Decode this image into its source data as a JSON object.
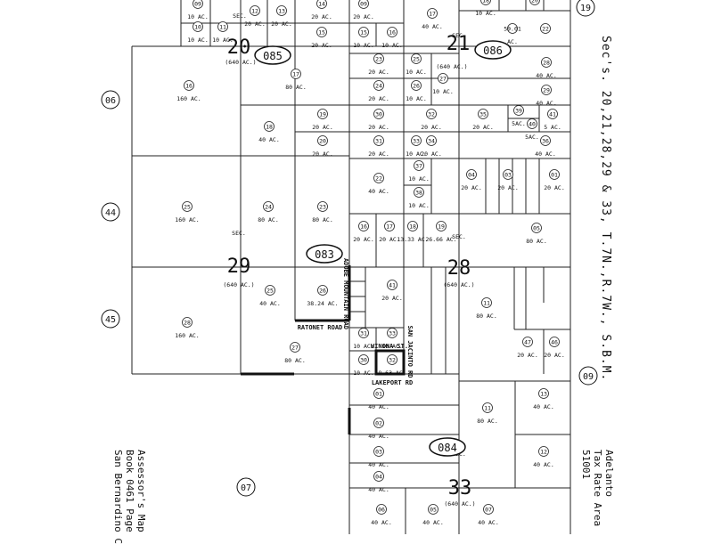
{
  "title_vertical": "Sec's. 20,21,28,29 & 33, T.7N.,R.7W., S.B.M.",
  "assessor": {
    "line1": "Assessor's Map",
    "line2": "Book 0461 Page",
    "line3": "San Bernardino C"
  },
  "tax_rate": {
    "line1": "Adelanto",
    "line2": "Tax Rate Area",
    "line3": "51001"
  },
  "section_labels": [
    {
      "sec": "SEC.",
      "num": "20",
      "acres": "(640 AC.)"
    },
    {
      "sec": "SEC.",
      "num": "21",
      "acres": "(640 AC.)"
    },
    {
      "sec": "SEC.",
      "num": "29",
      "acres": "(640 AC.)"
    },
    {
      "sec": "SEC.",
      "num": "28",
      "acres": "(640 AC.)"
    },
    {
      "sec": "SEC.",
      "num": "33",
      "acres": "(640 AC.)"
    }
  ],
  "page_ovals": [
    "085",
    "086",
    "083",
    "084"
  ],
  "circle_pages": [
    "19",
    "06",
    "44",
    "45",
    "09",
    "07"
  ],
  "streets": {
    "adobe": "ADOBE MOUNTAIN ROAD",
    "ratonet": "RATONET ROAD",
    "winona": "WINONA ST.",
    "san_jacinto": "SAN JACINTO RD",
    "lakeport": "LAKEPORT RD"
  },
  "parcels": [
    {
      "n": "09",
      "a": "10 AC."
    },
    {
      "n": "12",
      "a": "20 AC."
    },
    {
      "n": "13",
      "a": "20 AC."
    },
    {
      "n": "14",
      "a": "20 AC."
    },
    {
      "n": "09",
      "a": "20 AC."
    },
    {
      "n": "17",
      "a": "40 AC."
    },
    {
      "n": "10",
      "a": "10 AC."
    },
    {
      "n": "11",
      "a": "10 AC."
    },
    {
      "n": "15",
      "a": "20 AC."
    },
    {
      "n": "15",
      "a": "10 AC."
    },
    {
      "n": "16",
      "a": "10 AC."
    },
    {
      "n": "18",
      "a": "10 AC."
    },
    {
      "n": "20",
      "a": ""
    },
    {
      "n": "59.01",
      "a": "AC."
    },
    {
      "n": "22",
      "a": ""
    },
    {
      "n": "16",
      "a": "160 AC."
    },
    {
      "n": "17",
      "a": "80 AC."
    },
    {
      "n": "23",
      "a": "20 AC."
    },
    {
      "n": "25",
      "a": "10 AC."
    },
    {
      "n": "26",
      "a": "10 AC."
    },
    {
      "n": "24",
      "a": "20 AC."
    },
    {
      "n": "27",
      "a": "10 AC."
    },
    {
      "n": "28",
      "a": "40 AC."
    },
    {
      "n": "29",
      "a": "40 AC."
    },
    {
      "n": "18",
      "a": "40 AC."
    },
    {
      "n": "19",
      "a": "20 AC."
    },
    {
      "n": "20",
      "a": "20 AC."
    },
    {
      "n": "30",
      "a": "20 AC."
    },
    {
      "n": "31",
      "a": "20 AC."
    },
    {
      "n": "32",
      "a": "20 AC."
    },
    {
      "n": "33",
      "a": "10 AC."
    },
    {
      "n": "34",
      "a": "20 AC."
    },
    {
      "n": "35",
      "a": "20 AC."
    },
    {
      "n": "36",
      "a": "40 AC."
    },
    {
      "n": "39",
      "a": "5AC."
    },
    {
      "n": "40",
      "a": "5AC."
    },
    {
      "n": "41",
      "a": "5 AC."
    },
    {
      "n": "22",
      "a": "40 AC."
    },
    {
      "n": "37",
      "a": "10 AC."
    },
    {
      "n": "38",
      "a": "10 AC."
    },
    {
      "n": "04",
      "a": "20 AC."
    },
    {
      "n": "03",
      "a": "20 AC."
    },
    {
      "n": "01",
      "a": "20 AC."
    },
    {
      "n": "25",
      "a": "160 AC."
    },
    {
      "n": "24",
      "a": "80 AC."
    },
    {
      "n": "23",
      "a": "80 AC."
    },
    {
      "n": "16",
      "a": "20 AC."
    },
    {
      "n": "17",
      "a": "20 AC."
    },
    {
      "n": "18",
      "a": "13.33 AC."
    },
    {
      "n": "19",
      "a": "26.66 AC."
    },
    {
      "n": "05",
      "a": "80 AC."
    },
    {
      "n": "25",
      "a": "40 AC."
    },
    {
      "n": "26",
      "a": "38.24 AC."
    },
    {
      "n": "41",
      "a": "20 AC."
    },
    {
      "n": "11",
      "a": "80 AC."
    },
    {
      "n": "28",
      "a": "160 AC."
    },
    {
      "n": "27",
      "a": "80 AC."
    },
    {
      "n": "31",
      "a": "10 AC."
    },
    {
      "n": "33",
      "a": "10 AC."
    },
    {
      "n": "30",
      "a": "10 AC."
    },
    {
      "n": "32",
      "a": "8.63 AC."
    },
    {
      "n": "47",
      "a": "20 AC."
    },
    {
      "n": "46",
      "a": "20 AC."
    },
    {
      "n": "01",
      "a": "40 AC."
    },
    {
      "n": "11",
      "a": "80 AC."
    },
    {
      "n": "13",
      "a": "40 AC."
    },
    {
      "n": "02",
      "a": "40 AC."
    },
    {
      "n": "03",
      "a": "40 AC."
    },
    {
      "n": "12",
      "a": "40 AC."
    },
    {
      "n": "04",
      "a": "40 AC."
    },
    {
      "n": "06",
      "a": "40 AC."
    },
    {
      "n": "05",
      "a": "40 AC."
    },
    {
      "n": "07",
      "a": "40 AC."
    }
  ]
}
